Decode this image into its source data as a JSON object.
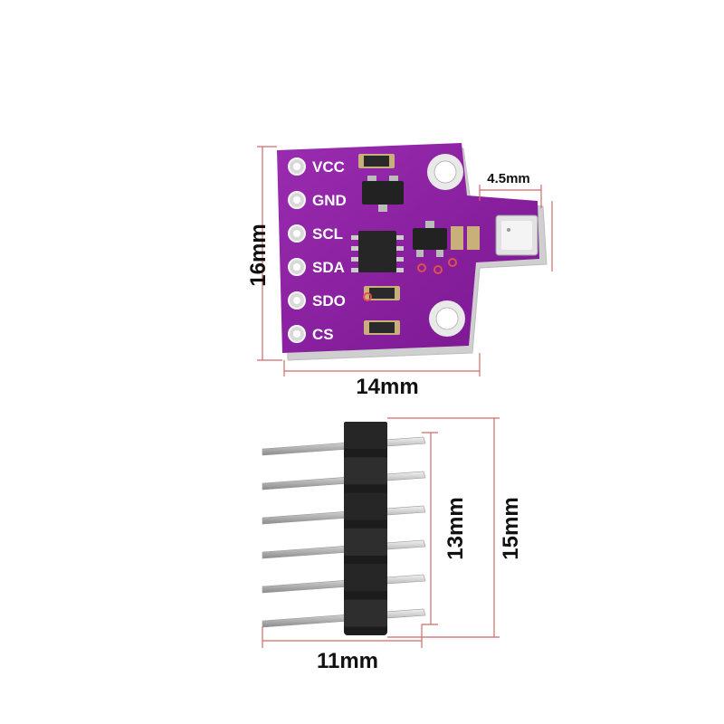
{
  "board": {
    "pins": [
      "VCC",
      "GND",
      "SCL",
      "SDA",
      "SDO",
      "CS"
    ],
    "colors": {
      "pcb": "#8a1f9c",
      "pcb_dark": "#6c127d",
      "silver": "#d8d8d8",
      "chip": "#2a2a2a"
    }
  },
  "dimensions": {
    "board_height": "16mm",
    "board_width": "14mm",
    "tab_width": "4.5mm",
    "header_body": "13mm",
    "header_total": "15mm",
    "header_length": "11mm"
  },
  "header": {
    "pin_count": 6
  },
  "colors": {
    "dim_line": "#d06a6a",
    "header_body": "#1c1c1c",
    "pin_metal": "#c9c9c9"
  }
}
